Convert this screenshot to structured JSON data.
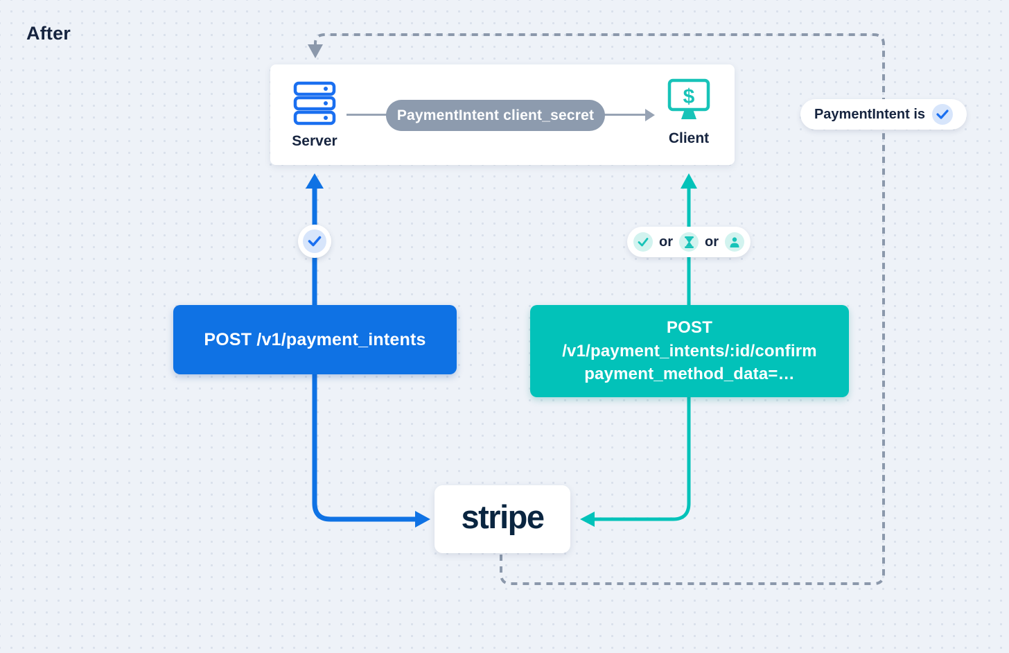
{
  "title": "After",
  "card": {
    "server_label": "Server",
    "client_label": "Client",
    "pill_label": "PaymentIntent client_secret"
  },
  "status_pill": {
    "label": "PaymentIntent is"
  },
  "or_pill": {
    "or1": "or",
    "or2": "or"
  },
  "blue_box": {
    "label": "POST /v1/payment_intents"
  },
  "teal_box": {
    "line1": "POST",
    "line2": "/v1/payment_intents/:id/confirm",
    "line3": "payment_method_data=…"
  },
  "stripe_box": {
    "label": "stripe"
  },
  "icons": {
    "server": "server-stack-icon",
    "client": "monitor-dollar-icon",
    "status_check": "check-icon",
    "badge_check": "check-icon",
    "or_icons": [
      "check-icon",
      "hourglass-icon",
      "person-icon"
    ]
  },
  "colors": {
    "background": "#eef2f8",
    "dot_grid": "#d9e0eb",
    "navy": "#16243f",
    "blue": "#0f72e4",
    "blue_light": "#d7e5fb",
    "teal": "#02c2b9",
    "teal_light": "#d2f3ef",
    "gray_pill": "#8d9bae",
    "gray_line": "#97a3b4",
    "dashed_line": "#8b98ab",
    "stripe_navy": "#0a2540"
  }
}
